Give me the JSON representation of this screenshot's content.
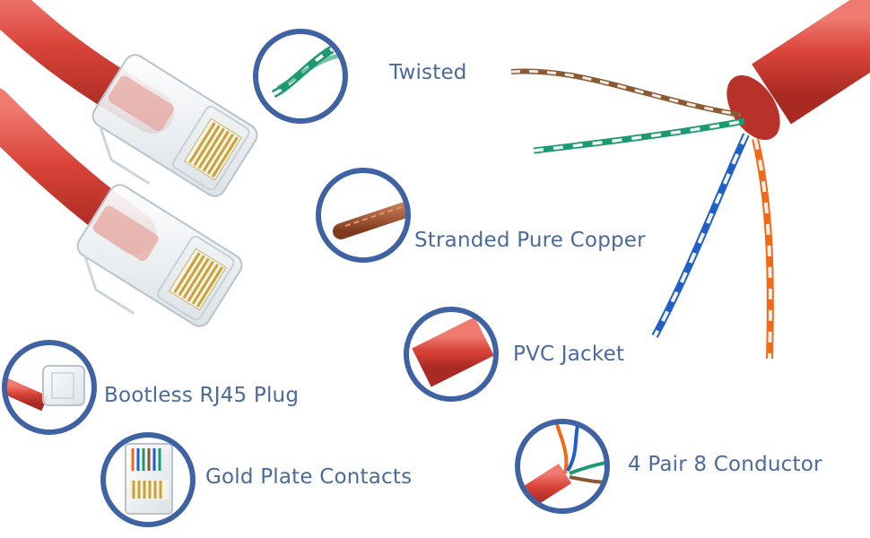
{
  "features": {
    "twisted": "Twisted",
    "stranded_copper": "Stranded Pure Copper",
    "pvc_jacket": "PVC Jacket",
    "rj45_plug": "Bootless RJ45 Plug",
    "gold_contacts": "Gold Plate Contacts",
    "pair_conductor": "4 Pair 8 Conductor"
  },
  "colors": {
    "badge_ring": "#3f62a3",
    "label_text": "#4a6a9b",
    "jacket_red": "#d9443a",
    "copper": "#a7532f",
    "pair_green": "#1a9a72",
    "pair_blue": "#1f60c8",
    "pair_orange": "#f06a1a",
    "pair_brown": "#8a5a34"
  }
}
